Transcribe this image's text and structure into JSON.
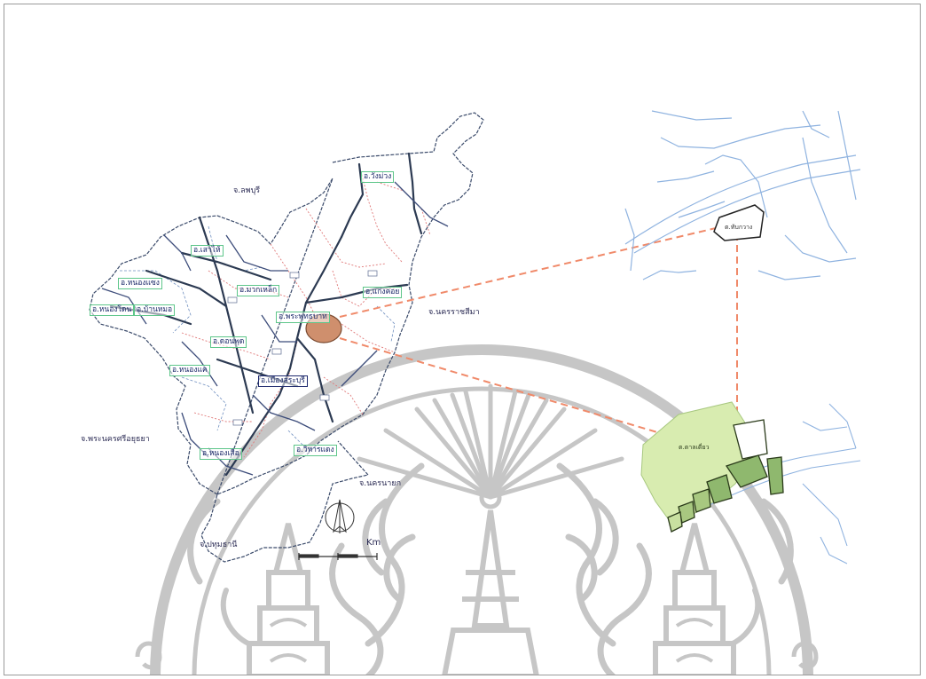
{
  "map": {
    "labels": {
      "province_north": "จ.ลพบุรี",
      "province_east": "จ.นครราชสีมา",
      "province_southwest": "จ.พระนครศรีอยุธยา",
      "province_south": "จ.นครนายก",
      "province_south2": "จ.ปทุมธานี",
      "scale_unit": "Km"
    },
    "districts": [
      {
        "name": "อ.วังม่วง"
      },
      {
        "name": "อ.แก่งคอย"
      },
      {
        "name": "อ.เสาไห้"
      },
      {
        "name": "อ.มวกเหล็ก"
      },
      {
        "name": "อ.หนองแซง"
      },
      {
        "name": "อ.เมืองสระบุรี"
      },
      {
        "name": "อ.หนองโดน"
      },
      {
        "name": "อ.บ้านหมอ"
      },
      {
        "name": "อ.ดอนพุด"
      },
      {
        "name": "อ.หนองแค"
      },
      {
        "name": "อ.วิหารแดง"
      },
      {
        "name": "อ.พระพุทธบาท"
      },
      {
        "name": "อ.หนองเสือ"
      }
    ],
    "inset_top_labels": [
      "ต.ทับกวาง"
    ],
    "inset_bottom_labels": [
      "ต.ตาลเดี่ยว"
    ],
    "colors": {
      "highlight_ellipse": "#cf8f6d",
      "leader_lines": "#f08a6a",
      "parcel_fill": "#d8ecb0",
      "parcel_dark": "#8fb86e",
      "inset_lines": "#8fb3e0",
      "watermark": "#b9b9b9"
    },
    "watermark": "university seal watermark"
  }
}
